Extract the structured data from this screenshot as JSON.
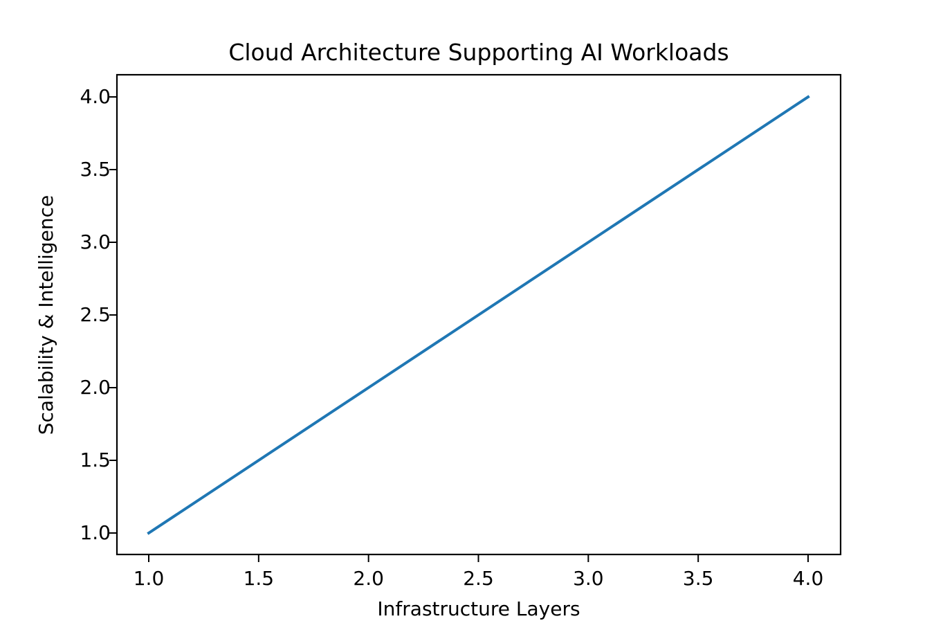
{
  "chart": {
    "title": "Cloud Architecture Supporting AI Workloads",
    "xlabel": "Infrastructure Layers",
    "ylabel": "Scalability & Intelligence",
    "x_ticks": [
      "1.0",
      "1.5",
      "2.0",
      "2.5",
      "3.0",
      "3.5",
      "4.0"
    ],
    "y_ticks": [
      "1.0",
      "1.5",
      "2.0",
      "2.5",
      "3.0",
      "3.5",
      "4.0"
    ],
    "line_color": "#1f77b4"
  },
  "chart_data": {
    "type": "line",
    "title": "Cloud Architecture Supporting AI Workloads",
    "xlabel": "Infrastructure Layers",
    "ylabel": "Scalability & Intelligence",
    "x": [
      1,
      2,
      3,
      4
    ],
    "series": [
      {
        "name": "Scalability & Intelligence",
        "values": [
          1,
          2,
          3,
          4
        ],
        "color": "#1f77b4"
      }
    ],
    "x_tick_labels": [
      "1.0",
      "1.5",
      "2.0",
      "2.5",
      "3.0",
      "3.5",
      "4.0"
    ],
    "y_tick_labels": [
      "1.0",
      "1.5",
      "2.0",
      "2.5",
      "3.0",
      "3.5",
      "4.0"
    ],
    "xlim": [
      0.85,
      4.15
    ],
    "ylim": [
      0.85,
      4.15
    ],
    "grid": false,
    "legend": null
  }
}
